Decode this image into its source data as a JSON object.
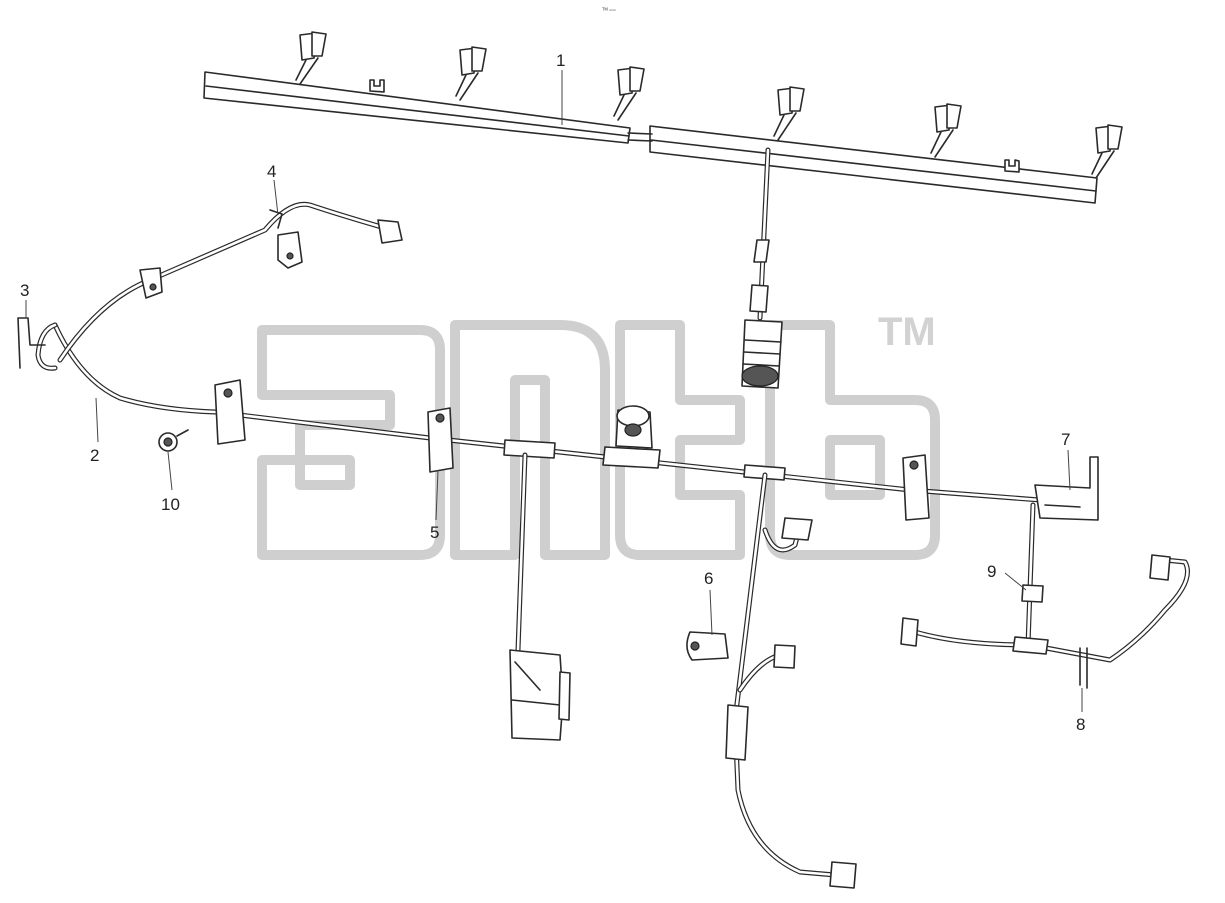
{
  "header": {
    "tiny_caption": "ᵀᴹ ▫▫▫"
  },
  "watermark": {
    "trademark": "TM"
  },
  "callouts": [
    {
      "id": "c1",
      "label": "1"
    },
    {
      "id": "c2",
      "label": "2"
    },
    {
      "id": "c3",
      "label": "3"
    },
    {
      "id": "c4",
      "label": "4"
    },
    {
      "id": "c5",
      "label": "5"
    },
    {
      "id": "c6",
      "label": "6"
    },
    {
      "id": "c7",
      "label": "7"
    },
    {
      "id": "c8",
      "label": "8"
    },
    {
      "id": "c9",
      "label": "9"
    },
    {
      "id": "c10",
      "label": "10"
    }
  ]
}
